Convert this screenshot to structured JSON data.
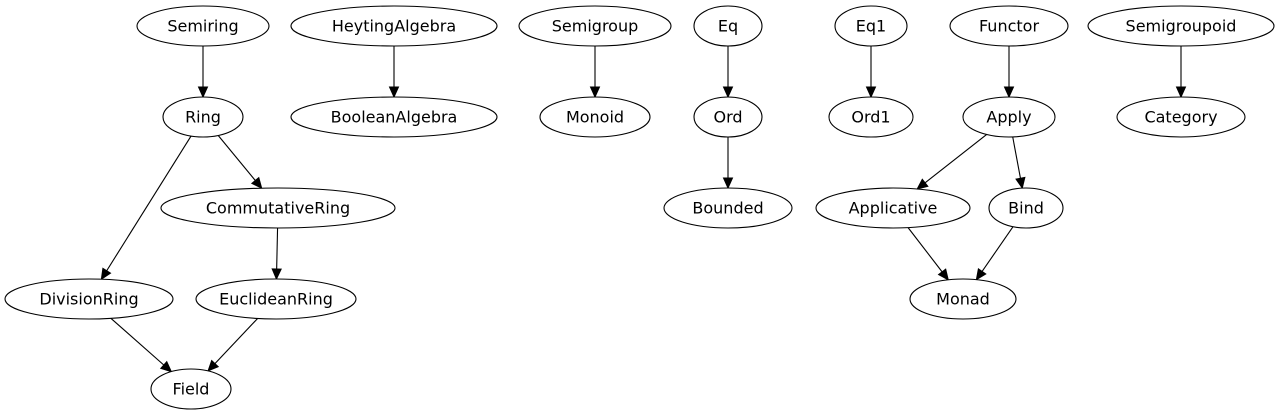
{
  "nodes": [
    {
      "id": "semiring",
      "label": "Semiring"
    },
    {
      "id": "heyting",
      "label": "HeytingAlgebra"
    },
    {
      "id": "semigroup",
      "label": "Semigroup"
    },
    {
      "id": "eq",
      "label": "Eq"
    },
    {
      "id": "eq1",
      "label": "Eq1"
    },
    {
      "id": "functor",
      "label": "Functor"
    },
    {
      "id": "semigroupoid",
      "label": "Semigroupoid"
    },
    {
      "id": "ring",
      "label": "Ring"
    },
    {
      "id": "boolean",
      "label": "BooleanAlgebra"
    },
    {
      "id": "monoid",
      "label": "Monoid"
    },
    {
      "id": "ord",
      "label": "Ord"
    },
    {
      "id": "ord1",
      "label": "Ord1"
    },
    {
      "id": "apply",
      "label": "Apply"
    },
    {
      "id": "category",
      "label": "Category"
    },
    {
      "id": "commutative",
      "label": "CommutativeRing"
    },
    {
      "id": "bounded",
      "label": "Bounded"
    },
    {
      "id": "applicative",
      "label": "Applicative"
    },
    {
      "id": "bind",
      "label": "Bind"
    },
    {
      "id": "division",
      "label": "DivisionRing"
    },
    {
      "id": "euclidean",
      "label": "EuclideanRing"
    },
    {
      "id": "monad",
      "label": "Monad"
    },
    {
      "id": "field",
      "label": "Field"
    }
  ],
  "edges": [
    {
      "from": "semiring",
      "to": "ring"
    },
    {
      "from": "heyting",
      "to": "boolean"
    },
    {
      "from": "semigroup",
      "to": "monoid"
    },
    {
      "from": "eq",
      "to": "ord"
    },
    {
      "from": "eq1",
      "to": "ord1"
    },
    {
      "from": "functor",
      "to": "apply"
    },
    {
      "from": "semigroupoid",
      "to": "category"
    },
    {
      "from": "ring",
      "to": "commutative"
    },
    {
      "from": "ring",
      "to": "division"
    },
    {
      "from": "ord",
      "to": "bounded"
    },
    {
      "from": "apply",
      "to": "applicative"
    },
    {
      "from": "apply",
      "to": "bind"
    },
    {
      "from": "commutative",
      "to": "euclidean"
    },
    {
      "from": "applicative",
      "to": "monad"
    },
    {
      "from": "bind",
      "to": "monad"
    },
    {
      "from": "division",
      "to": "field"
    },
    {
      "from": "euclidean",
      "to": "field"
    }
  ]
}
